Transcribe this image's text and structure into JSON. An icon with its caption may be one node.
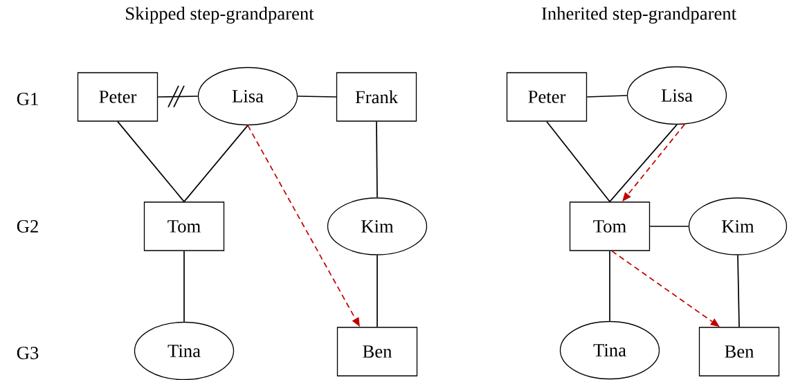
{
  "diagram": {
    "nodes": [
      {
        "text": [
          "Peter"
        ]
      },
      {
        "text": [
          "Lisa"
        ]
      },
      {
        "text": [
          "Frank"
        ]
      },
      {
        "text": [
          "Tom"
        ]
      },
      {
        "text": [
          "Kim"
        ]
      },
      {
        "text": [
          "Tina"
        ]
      },
      {
        "text": [
          "Ben"
        ]
      },
      {
        "text": [
          "Peter"
        ]
      },
      {
        "text": [
          "Lisa"
        ]
      },
      {
        "text": [
          "Tom"
        ]
      },
      {
        "text": [
          "Kim"
        ]
      },
      {
        "text": [
          "Tina"
        ]
      },
      {
        "text": [
          "Ben"
        ]
      }
    ],
    "edges": [
      {
        "from": 0,
        "to": 1,
        "arrow": "none"
      },
      {
        "from": 1,
        "to": 2,
        "arrow": "none"
      },
      {
        "from": 0,
        "to": 3,
        "arrow": "none"
      },
      {
        "from": 1,
        "to": 3,
        "arrow": "none"
      },
      {
        "from": 2,
        "to": 4,
        "arrow": "none"
      },
      {
        "from": 3,
        "to": 5,
        "arrow": "none"
      },
      {
        "from": 4,
        "to": 6,
        "arrow": "none"
      },
      {
        "from": 1,
        "to": 6,
        "arrow": "to",
        "style": "dashed",
        "color": "#c00000"
      },
      {
        "from": 7,
        "to": 8,
        "arrow": "none"
      },
      {
        "from": 7,
        "to": 9,
        "arrow": "none"
      },
      {
        "from": 8,
        "to": 9,
        "arrow": "none"
      },
      {
        "from": 9,
        "to": 10,
        "arrow": "none"
      },
      {
        "from": 9,
        "to": 11,
        "arrow": "none"
      },
      {
        "from": 10,
        "to": 12,
        "arrow": "none"
      },
      {
        "from": 8,
        "to": 9,
        "arrow": "to",
        "style": "dashed",
        "color": "#c00000"
      },
      {
        "from": 9,
        "to": 12,
        "arrow": "to",
        "style": "dashed",
        "color": "#c00000"
      }
    ],
    "labels": [
      "Skipped step-grandparent",
      "Inherited step-grandparent",
      "G1",
      "G2",
      "G3"
    ]
  }
}
